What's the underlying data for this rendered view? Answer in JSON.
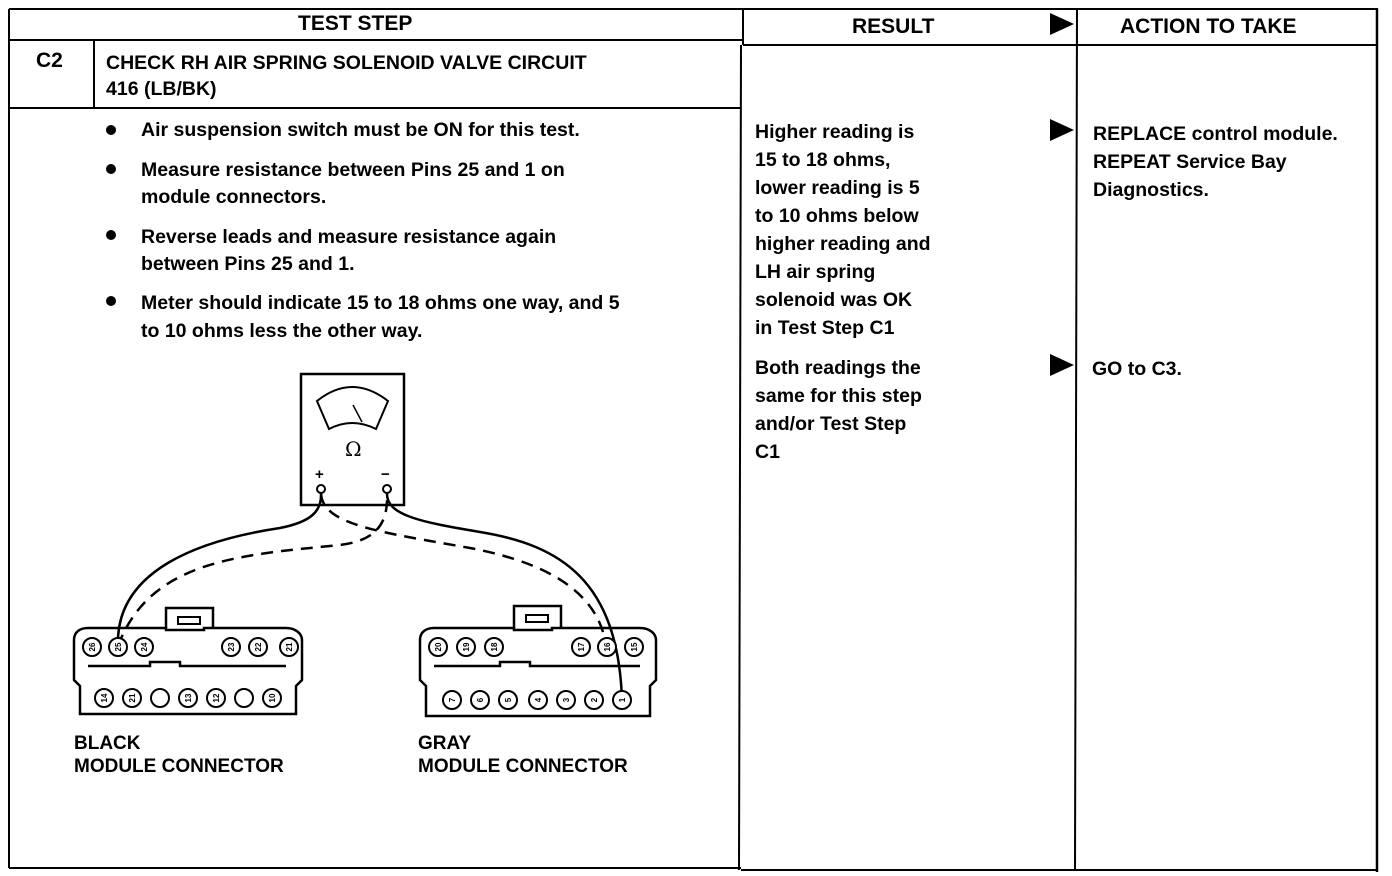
{
  "header": {
    "test_step": "TEST STEP",
    "result": "RESULT",
    "action": "ACTION TO TAKE"
  },
  "step": {
    "id": "C2",
    "title_line1": "CHECK RH AIR SPRING SOLENOID VALVE CIRCUIT",
    "title_line2": "416 (LB/BK)"
  },
  "bullets": [
    {
      "line1": "Air suspension switch must be ON for this test.",
      "line2": ""
    },
    {
      "line1": "Measure resistance between Pins 25 and 1 on",
      "line2": "module connectors."
    },
    {
      "line1": "Reverse leads and measure resistance again",
      "line2": "between Pins 25 and 1."
    },
    {
      "line1": "Meter should indicate 15 to 18 ohms one way, and 5",
      "line2": "to 10 ohms less the other way."
    }
  ],
  "results": [
    {
      "lines": [
        "Higher reading is",
        "15 to 18 ohms,",
        "lower reading is 5",
        "to 10 ohms below",
        "higher reading and",
        "LH air spring",
        "solenoid was OK",
        "in Test Step C1"
      ]
    },
    {
      "lines": [
        "Both readings the",
        "same for this step",
        "and/or Test Step",
        "C1"
      ]
    }
  ],
  "actions": [
    {
      "lines": [
        "REPLACE control module.",
        "REPEAT Service Bay",
        "Diagnostics."
      ]
    },
    {
      "lines": [
        "GO to C3."
      ]
    }
  ],
  "diagram": {
    "meter_symbol": "Ω",
    "meter_plus": "+",
    "meter_minus": "−",
    "black_label_line1": "BLACK",
    "black_label_line2": "MODULE CONNECTOR",
    "gray_label_line1": "GRAY",
    "gray_label_line2": "MODULE CONNECTOR",
    "black_top_pins": [
      "26",
      "25",
      "24",
      "23",
      "22",
      "21"
    ],
    "black_bottom_pins": [
      "14",
      "21",
      "",
      "13",
      "12",
      "",
      "10"
    ],
    "gray_top_pins": [
      "20",
      "19",
      "18",
      "17",
      "16",
      "15"
    ],
    "gray_bottom_pins": [
      "7",
      "6",
      "5",
      "4",
      "3",
      "2",
      "1"
    ]
  }
}
